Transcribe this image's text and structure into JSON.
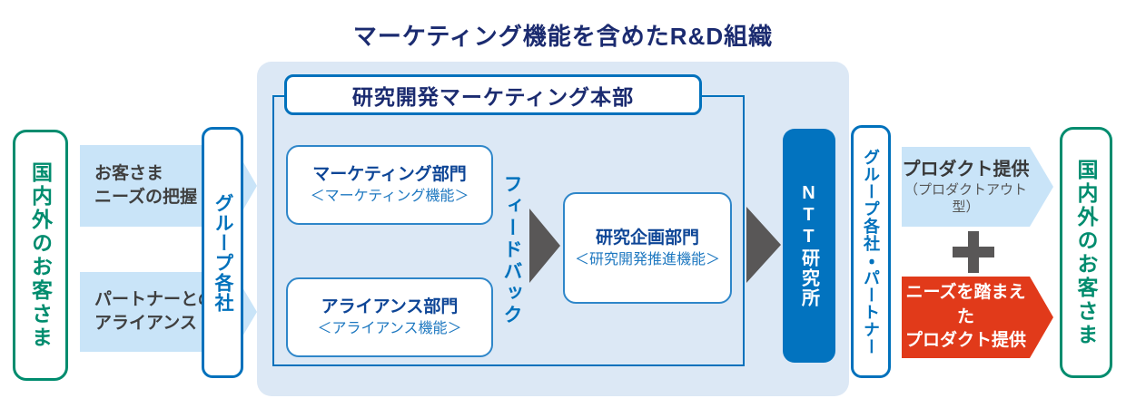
{
  "title": "マーケティング機能を含めたR&D組織",
  "left_customer": {
    "label": "国内外のお客さま"
  },
  "input_arrows": [
    {
      "line1": "お客さま",
      "line2": "ニーズの把握"
    },
    {
      "line1": "パートナーとの",
      "line2": "アライアンス"
    }
  ],
  "group_companies": {
    "label": "グループ各社"
  },
  "rd_division": {
    "header": "研究開発マーケティング本部",
    "departments": [
      {
        "name": "マーケティング部門",
        "function": "＜マーケティング機能＞"
      },
      {
        "name": "アライアンス部門",
        "function": "＜アライアンス機能＞"
      },
      {
        "name": "研究企画部門",
        "function": "＜研究開発推進機能＞"
      }
    ],
    "feedback_label": "フィードバック"
  },
  "ntt_labs": {
    "label": "NTT研究所"
  },
  "group_partner": {
    "label": "グループ各社・パートナー"
  },
  "output": {
    "product_arrow": {
      "title": "プロダクト提供",
      "subtitle": "（プロダクトアウト型）"
    },
    "plus": "＋",
    "needs_arrow": {
      "line1": "ニーズを踏まえた",
      "line2": "プロダクト提供"
    }
  },
  "right_customer": {
    "label": "国内外のお客さま"
  },
  "colors": {
    "navy": "#1b2b70",
    "blue": "#0071bc",
    "blue_fill": "#0273bf",
    "light_blue_arrow": "#c9e4f8",
    "panel_blue": "#dce8f5",
    "green": "#008c6e",
    "gray": "#595757",
    "red": "#e13a1a",
    "dark_text": "#3f3f3f"
  }
}
